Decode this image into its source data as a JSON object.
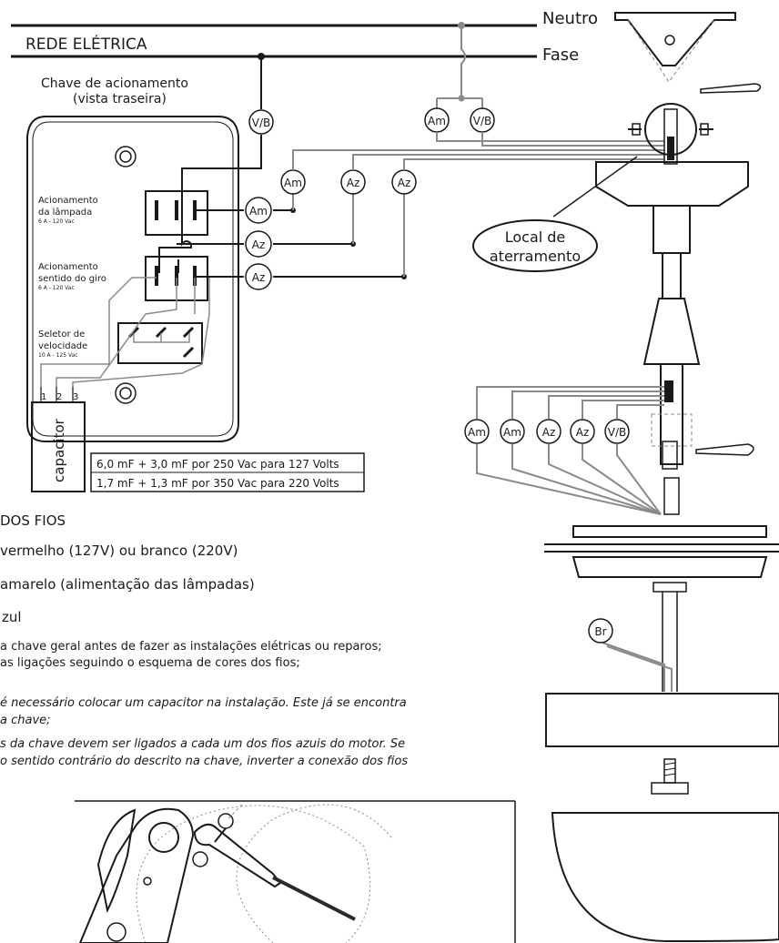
{
  "mains": {
    "label": "REDE ELÉTRICA",
    "neutral": "Neutro",
    "phase": "Fase"
  },
  "switch": {
    "title_line1": "Chave de acionamento",
    "title_line2": "(vista traseira)",
    "lamp_title_1": "Acionamento",
    "lamp_title_2": "da lâmpada",
    "lamp_rating": "6 A - 120 Vac",
    "dir_title_1": "Acionamento",
    "dir_title_2": "sentido do giro",
    "dir_rating": "6 A - 120 Vac",
    "speed_title_1": "Seletor de",
    "speed_title_2": "velocidade",
    "speed_rating": "10 A - 125 Vac",
    "terminals": [
      "1",
      "2",
      "3"
    ],
    "capacitor": "capacitor"
  },
  "wire_tags": {
    "vb": "V/B",
    "am": "Am",
    "az": "Az",
    "br": "Br"
  },
  "ground_label_1": "Local de",
  "ground_label_2": "aterramento",
  "capacitor_table": [
    {
      "a": "6,0 mF",
      "b": "3,0 mF",
      "rest": "por 250 Vac para 127 Volts"
    },
    {
      "a": "1,7 mF",
      "b": "1,3 mF",
      "rest": "por 350 Vac para 220 Volts"
    }
  ],
  "legend": {
    "title": "DOS FIOS",
    "vb": "vermelho (127V) ou branco (220V)",
    "am": "amarelo (alimentação das lâmpadas)",
    "az": "zul"
  },
  "notes": {
    "n1": "a chave geral antes de fazer as instalações elétricas ou reparos;",
    "n2": "as ligações seguindo o esquema de cores dos fios;",
    "n3": "é necessário colocar um capacitor na instalação. Este já se encontra",
    "n4": "a chave;",
    "n5": "s da chave devem ser ligados a cada um  dos fios azuis do motor. Se",
    "n6": "o sentido contrário do descrito na chave, inverter a conexão dos fios"
  }
}
